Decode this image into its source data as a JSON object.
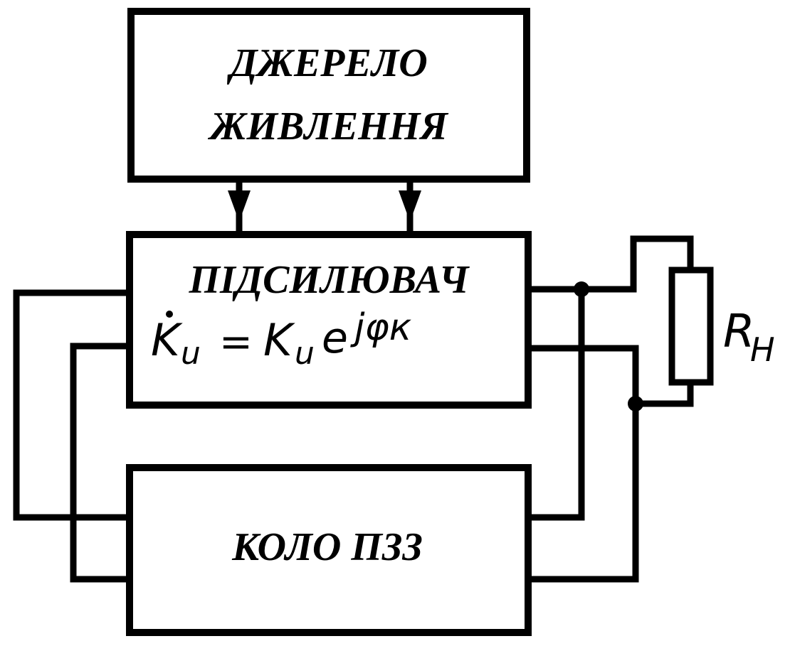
{
  "blocks": {
    "power_supply": {
      "line1": "ДЖЕРЕЛО",
      "line2": "ЖИВЛЕННЯ"
    },
    "amplifier": {
      "title": "ПІДСИЛЮВАЧ",
      "formula": {
        "lhs_main": "K",
        "lhs_sub": "u",
        "equals": "=",
        "rhs_main": "K",
        "rhs_sub": "u",
        "exp_base": "e",
        "exp_power": "jφк"
      }
    },
    "feedback": {
      "label": "КОЛО ПЗЗ"
    }
  },
  "load": {
    "label_main": "R",
    "label_sub": "H"
  },
  "colors": {
    "ink": "#000000",
    "background": "#ffffff"
  }
}
